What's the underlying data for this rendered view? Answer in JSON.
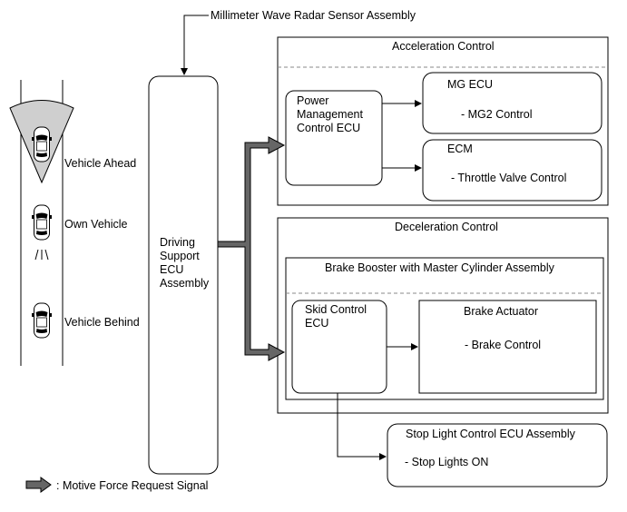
{
  "sensor_label": "Millimeter Wave Radar Sensor Assembly",
  "vehicles": {
    "ahead": "Vehicle Ahead",
    "own": "Own Vehicle",
    "behind": "Vehicle Behind"
  },
  "driving_support_ecu": {
    "line1": "Driving",
    "line2": "Support",
    "line3": "ECU",
    "line4": "Assembly"
  },
  "acceleration_control": {
    "title": "Acceleration Control",
    "pm_ecu": {
      "line1": "Power",
      "line2": "Management",
      "line3": "Control ECU"
    },
    "mg_ecu": {
      "title": "MG ECU",
      "item": "- MG2 Control"
    },
    "ecm": {
      "title": "ECM",
      "item": "- Throttle Valve Control"
    }
  },
  "deceleration_control": {
    "title": "Deceleration Control",
    "booster": {
      "title": "Brake Booster with Master Cylinder Assembly"
    },
    "skid_ecu": {
      "line1": "Skid Control",
      "line2": "ECU"
    },
    "brake_actuator": {
      "title": "Brake Actuator",
      "item": "- Brake Control"
    }
  },
  "stop_light_ecu": {
    "title": "Stop Light Control ECU Assembly",
    "item": "- Stop Lights ON"
  },
  "legend": {
    "motive_force": ": Motive Force Request Signal"
  }
}
